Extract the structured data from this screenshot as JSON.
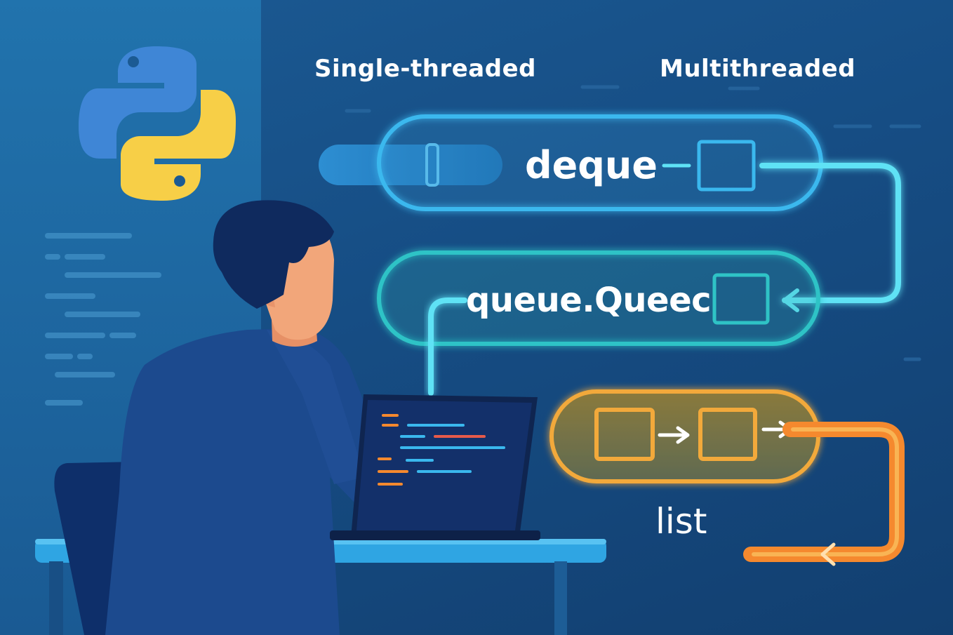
{
  "headings": {
    "left": "Single-threaded",
    "right": "Multithreaded"
  },
  "structures": [
    {
      "label": "deque",
      "color": "#3ab8ee"
    },
    {
      "label": "queue.Queec",
      "color": "#2fc3c6"
    },
    {
      "label": "list",
      "color": "#f2a93b"
    }
  ],
  "logo": {
    "icon": "python-logo-icon",
    "colors": [
      "#3f86d6",
      "#f7cf47"
    ]
  },
  "colors": {
    "background": "#164d84",
    "arrow_orange": "#f5892e",
    "arrow_cyan": "#5fe2f5"
  }
}
